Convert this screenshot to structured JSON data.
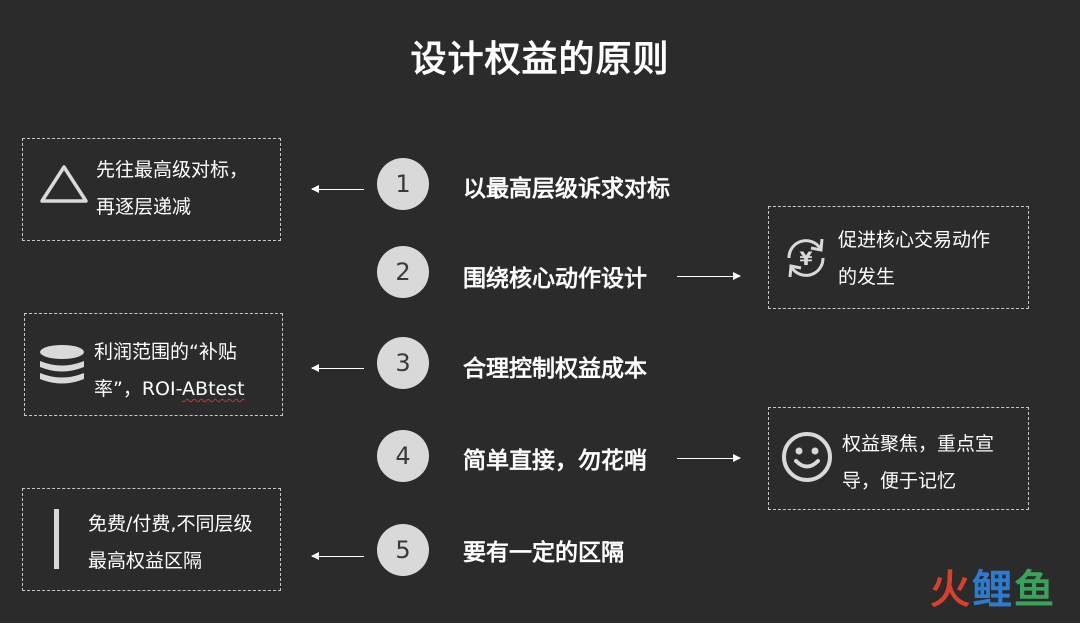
{
  "title": "设计权益的原则",
  "steps": [
    {
      "num": "1",
      "label": "以最高层级诉求对标"
    },
    {
      "num": "2",
      "label": "围绕核心动作设计"
    },
    {
      "num": "3",
      "label": "合理控制权益成本"
    },
    {
      "num": "4",
      "label": "简单直接，勿花哨"
    },
    {
      "num": "5",
      "label": "要有一定的区隔"
    }
  ],
  "notes": {
    "note1": {
      "icon": "triangle-icon",
      "line1": "先往最高级对标，",
      "line2": "再逐层递减"
    },
    "note2": {
      "icon": "yuan-exchange-icon",
      "icon_glyph": "¥",
      "line1": "促进核心交易动作",
      "line2": "的发生"
    },
    "note3": {
      "icon": "coin-stack-icon",
      "line1": "利润范围的“补贴",
      "line2a": "率”，ROI-",
      "line2b": "ABtest"
    },
    "note4": {
      "icon": "smiley-icon",
      "line1": "权益聚焦，重点宣",
      "line2": "导，便于记忆"
    },
    "note5": {
      "icon": "vertical-bar-icon",
      "line1": "免费/付费,不同层级",
      "line2": "最高权益区隔"
    }
  },
  "watermark": {
    "part1": "火",
    "part2": "鲤",
    "part3": "鱼"
  },
  "colors": {
    "background": "#2b2b2b",
    "circle": "#d9d9d9",
    "text": "#ffffff",
    "dashed_border": "#c8c8c8"
  }
}
